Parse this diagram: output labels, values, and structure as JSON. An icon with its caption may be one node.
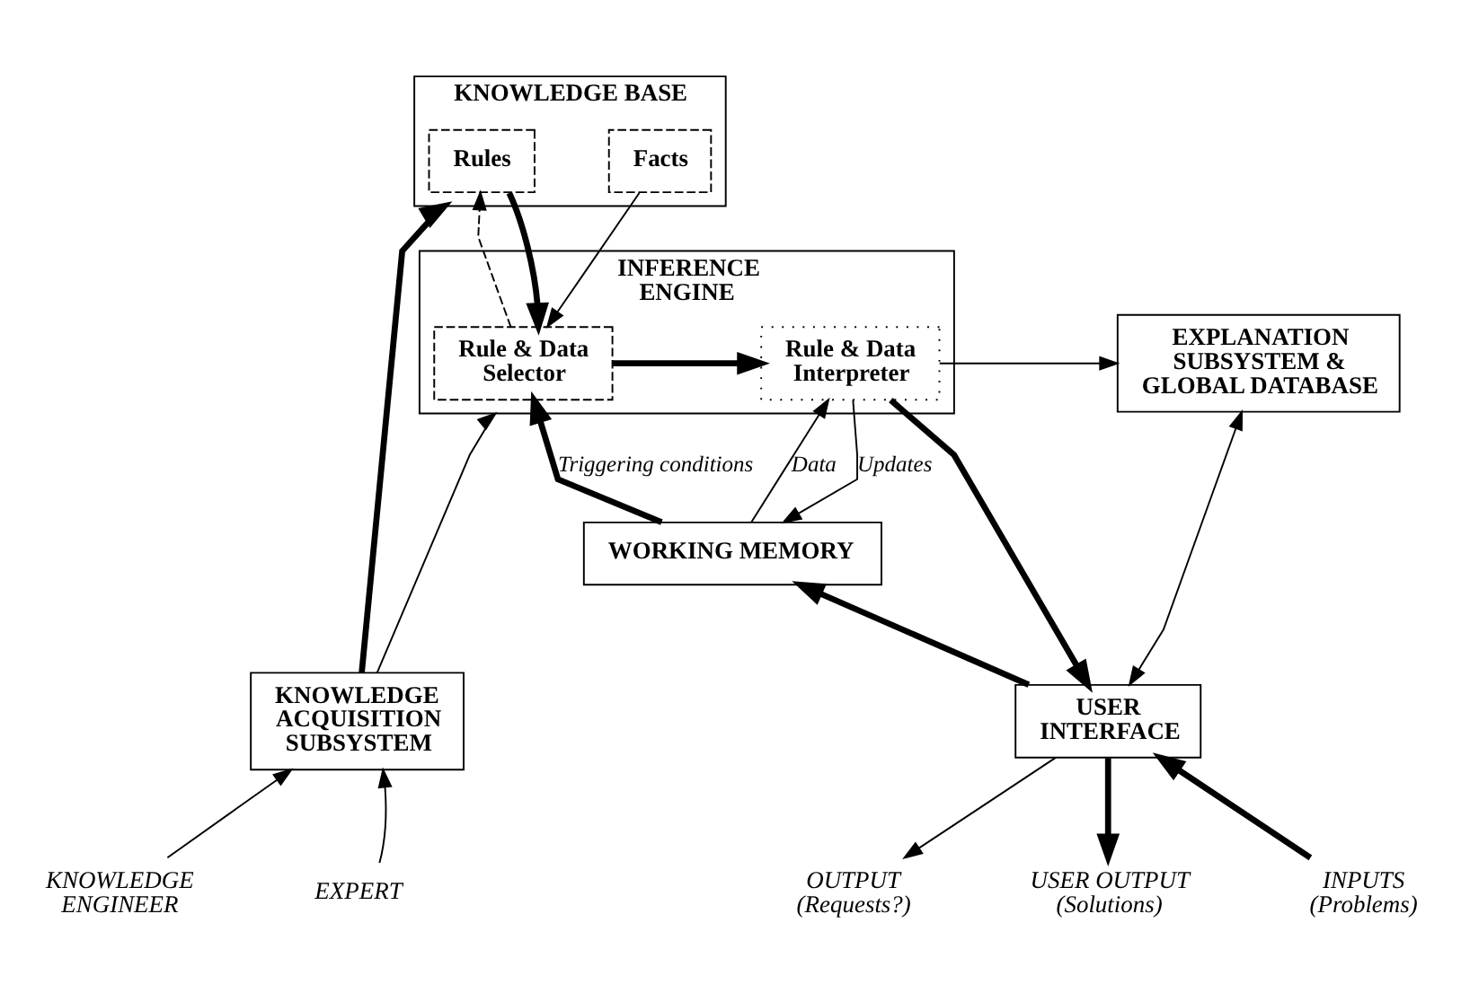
{
  "diagram": {
    "nodes": [
      {
        "text": [
          "KNOWLEDGE BASE"
        ]
      },
      {
        "text": [
          "Rules"
        ],
        "in": 0
      },
      {
        "text": [
          "Facts"
        ],
        "in": 0
      },
      {
        "text": [
          "INFERENCE ENGINE"
        ]
      },
      {
        "text": [
          "Rule & Data Selector"
        ],
        "in": 3
      },
      {
        "text": [
          "Rule & Data Interpreter"
        ],
        "in": 3
      },
      {
        "text": [
          "EXPLANATION SUBSYSTEM & GLOBAL DATABASE"
        ]
      },
      {
        "text": [
          "WORKING MEMORY"
        ]
      },
      {
        "text": [
          "KNOWLEDGE ACQUISITION SUBSYSTEM"
        ]
      },
      {
        "text": [
          "USER INTERFACE"
        ]
      },
      {
        "text": [
          "EXPERT"
        ]
      },
      {
        "text": [
          "KNOWLEDGE ENGINEER"
        ]
      },
      {
        "text": [
          "INPUTS",
          "(Problems)"
        ]
      },
      {
        "text": [
          "OUTPUT",
          "(Requests?)"
        ]
      },
      {
        "text": [
          "USER OUTPUT",
          "(Solutions)"
        ]
      }
    ],
    "edges": [
      {
        "from": 8,
        "to": 0,
        "arrow": "to",
        "style": "thick"
      },
      {
        "from": 8,
        "to": 3,
        "arrow": "to"
      },
      {
        "from": 1,
        "to": 4,
        "arrow": "to",
        "style": "thick"
      },
      {
        "from": 2,
        "to": 4,
        "arrow": "to"
      },
      {
        "from": 4,
        "to": 1,
        "arrow": "to",
        "style": "dashed"
      },
      {
        "from": 4,
        "to": 5,
        "arrow": "to",
        "style": "thick"
      },
      {
        "from": 5,
        "to": 6,
        "arrow": "to"
      },
      {
        "from": 7,
        "to": 5,
        "arrow": "to",
        "label": "Data"
      },
      {
        "from": 5,
        "to": 7,
        "arrow": "to",
        "label": "Updates"
      },
      {
        "from": 5,
        "to": 9,
        "arrow": "to",
        "style": "thick"
      },
      {
        "from": 7,
        "to": 4,
        "arrow": "to",
        "style": "thick",
        "label": "Triggering conditions"
      },
      {
        "from": 9,
        "to": 7,
        "arrow": "to",
        "style": "thick"
      },
      {
        "from": 6,
        "to": 9,
        "arrow": "both"
      },
      {
        "from": 9,
        "to": 14,
        "arrow": "to",
        "style": "thick"
      },
      {
        "from": 9,
        "to": 13,
        "arrow": "to"
      },
      {
        "from": 12,
        "to": 9,
        "arrow": "to",
        "style": "thick"
      },
      {
        "from": 10,
        "to": 8,
        "arrow": "to"
      },
      {
        "from": 11,
        "to": 8,
        "arrow": "to"
      }
    ]
  }
}
